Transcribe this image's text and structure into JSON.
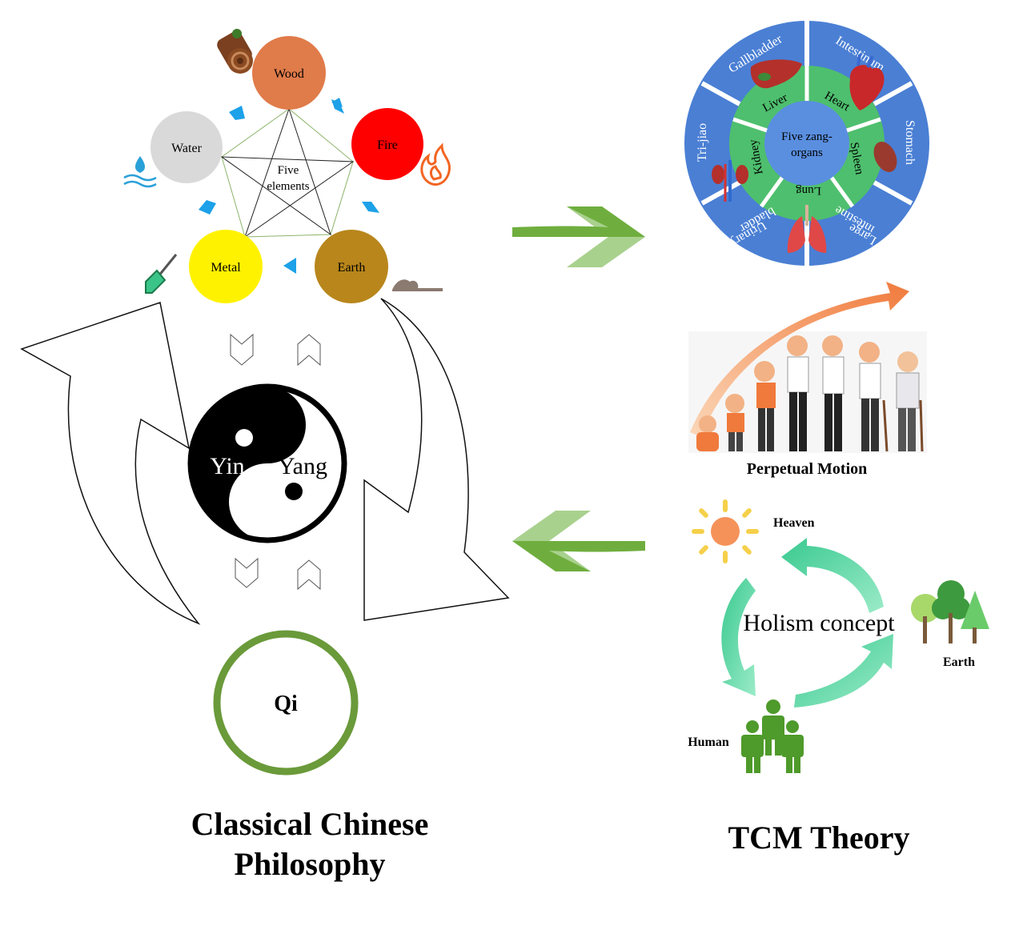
{
  "five_elements": {
    "center": [
      "Five",
      "elements"
    ],
    "wood": "Wood",
    "fire": "Fire",
    "earth": "Earth",
    "metal": "Metal",
    "water": "Water"
  },
  "yin_yang": {
    "yin": "Yin",
    "yang": "Yang"
  },
  "qi": "Qi",
  "left_title": [
    "Classical Chinese",
    "Philosophy"
  ],
  "zang_wheel": {
    "center": [
      "Five zang-",
      "organs"
    ],
    "inner": {
      "liver": "Liver",
      "heart": "Heart",
      "spleen": "Spleen",
      "lung": "Lung",
      "kidney": "Kidney"
    },
    "outer": {
      "gallbladder": "Gallbladder",
      "intestinum": "Intestinum",
      "stomach": "Stomach",
      "large_intestine": [
        "Large",
        "intestine"
      ],
      "urinary_bladder": [
        "Urinary",
        "bladder"
      ],
      "tri_jiao": "Tri-jiao"
    }
  },
  "perpetual_motion": "Perpetual Motion",
  "holism": {
    "concept": "Holism concept",
    "heaven": "Heaven",
    "earth": "Earth",
    "human": "Human"
  },
  "right_title": "TCM Theory",
  "colors": {
    "wood": "#E07B4A",
    "fire": "#FF0000",
    "earth": "#B8861B",
    "metal": "#FFF200",
    "water": "#D9D9D9",
    "qi_ring": "#6A9A3A",
    "wheel_blue": "#4A7FD4",
    "wheel_green": "#4EBF6E",
    "wheel_center": "#5A8FE0",
    "holism_arrow": "#5ED8A8",
    "green_arrow": "#7DB24A",
    "blue_small_arrow": "#1DA1E8",
    "orange_arc": "#F07A3C"
  }
}
